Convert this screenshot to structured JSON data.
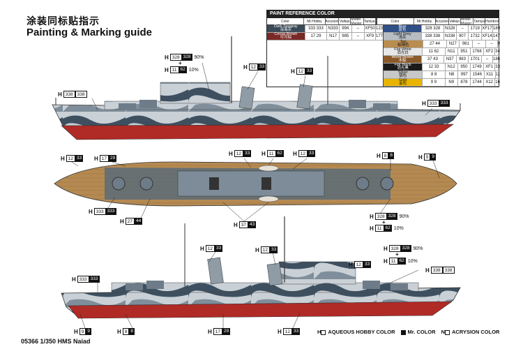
{
  "title_cn": "涂装同标贴指示",
  "title_en": "Painting & Marking guide",
  "footer": "05366 1/350 HMS Naiad",
  "paint_table": {
    "title": "PAINT REFERENCE COLOR",
    "headers": [
      "Color",
      "Mr.Hobby",
      "Acrysion",
      "Vallejo",
      "Model Master",
      "Tamiya",
      "Humbrol"
    ],
    "left": [
      {
        "name": "Dark Seagray",
        "cn": "深海灰",
        "color": "#3a4a58",
        "mh": "333 333",
        "ac": "N333",
        "va": "994",
        "mm": "–",
        "ya": "XF50",
        "hu": "123"
      },
      {
        "name": "Cocoa Brown",
        "cn": "可可棕",
        "color": "#7a2a26",
        "mh": "17 29",
        "ac": "N17",
        "va": "985",
        "mm": "–",
        "ya": "XF9",
        "hu": "177"
      }
    ],
    "right": [
      {
        "name": "Blue",
        "cn": "蓝色",
        "color": "#2f4f86",
        "mh": "328 328",
        "ac": "N328",
        "va": "–",
        "mm": "1719",
        "ya": "XF17",
        "hu": "189"
      },
      {
        "name": "Light Grey",
        "cn": "浅灰",
        "color": "#b8bdc2",
        "mh": "338 338",
        "ac": "N338",
        "va": "907",
        "mm": "1732",
        "ya": "XF14",
        "hu": "147"
      },
      {
        "name": "Tan",
        "cn": "棕褐色",
        "color": "#b98c4f",
        "mh": "27 44",
        "ac": "N27",
        "va": "981",
        "mm": "–",
        "ya": "–",
        "hu": "9"
      },
      {
        "name": "Flat White",
        "cn": "消光白",
        "color": "#e8e8e8",
        "mh": "11 62",
        "ac": "N11",
        "va": "951",
        "mm": "1768",
        "ya": "XF2",
        "hu": "34"
      },
      {
        "name": "Wood Brown",
        "cn": "木棕",
        "color": "#8a5a2a",
        "mh": "37 43",
        "ac": "N37",
        "va": "983",
        "mm": "1701",
        "ya": "–",
        "hu": "186"
      },
      {
        "name": "Flat Black",
        "cn": "消光黑",
        "color": "#1a1a1a",
        "mh": "12 33",
        "ac": "N12",
        "va": "950",
        "mm": "1749",
        "ya": "XF1",
        "hu": "33"
      },
      {
        "name": "Silver",
        "cn": "银色",
        "color": "#c8c8c8",
        "mh": "8 8",
        "ac": "N8",
        "va": "997",
        "mm": "1546",
        "ya": "X11",
        "hu": "11"
      },
      {
        "name": "Gold",
        "cn": "金色",
        "color": "#e8b400",
        "mh": "9 9",
        "ac": "N9",
        "va": "878",
        "mm": "1744",
        "ya": "X12",
        "hu": "16"
      }
    ]
  },
  "callouts": {
    "top_blue_a": "328",
    "top_blue_b": "328",
    "top_blue_pct": "90%",
    "top_white_a": "11",
    "top_white_b": "62",
    "top_white_pct": "10%",
    "top_lgrey_a": "338",
    "top_lgrey_b": "338",
    "top_black1_a": "12",
    "top_black1_b": "33",
    "top_black2_a": "12",
    "top_black2_b": "33",
    "top_dsg_a": "333",
    "top_dsg_b": "333",
    "mid_black_l_a": "12",
    "mid_black_l_b": "33",
    "mid_cocoa_a": "17",
    "mid_cocoa_b": "29",
    "mid_black_a": "12",
    "mid_black_b": "33",
    "mid_white_a": "11",
    "mid_white_b": "62",
    "mid_black_r_a": "12",
    "mid_black_r_b": "33",
    "mid_silver_a": "8",
    "mid_silver_b": "8",
    "mid_gold_a": "9",
    "mid_gold_b": "9",
    "mid_dsg_a": "333",
    "mid_dsg_b": "333",
    "mid_tan_a": "27",
    "mid_tan_b": "44",
    "mid_wood_a": "37",
    "mid_wood_b": "43",
    "mid_blue_a": "328",
    "mid_blue_b": "328",
    "mid_blue_pct": "90%",
    "mid_white2_a": "11",
    "mid_white2_b": "62",
    "mid_white2_pct": "10%",
    "bot_black1_a": "12",
    "bot_black1_b": "33",
    "bot_black2_a": "12",
    "bot_black2_b": "33",
    "bot_black3_a": "12",
    "bot_black3_b": "33",
    "bot_dsg_a": "333",
    "bot_dsg_b": "333",
    "bot_blue_a": "328",
    "bot_blue_b": "328",
    "bot_blue_pct": "90%",
    "bot_white_a": "11",
    "bot_white_b": "62",
    "bot_white_pct": "10%",
    "bot_lgrey_a": "338",
    "bot_lgrey_b": "338",
    "bot_gold_a": "9",
    "bot_gold_b": "9",
    "bot_silver_a": "8",
    "bot_silver_b": "8",
    "bot_cocoa_a": "17",
    "bot_cocoa_b": "29",
    "bot_black4_a": "12",
    "bot_black4_b": "33"
  },
  "legend": {
    "aqueous": "AQUEOUS HOBBY COLOR",
    "mr": "Mr. COLOR",
    "acrysion": "ACRYSION COLOR"
  },
  "colors": {
    "hull_red": "#b02a26",
    "camo_dark": "#3e5060",
    "camo_light": "#c9d0d6",
    "camo_mid": "#7f8e9a",
    "deck_wood": "#b58a52"
  }
}
